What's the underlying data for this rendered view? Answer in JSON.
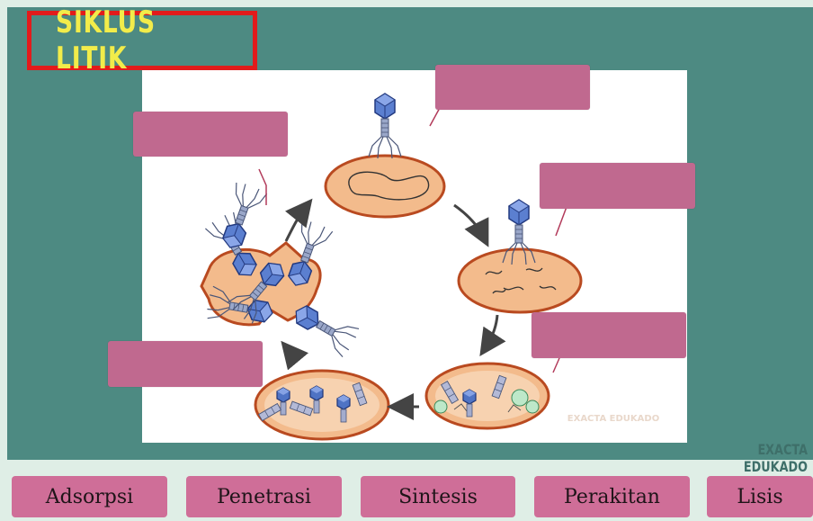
{
  "title": "SIKLUS LITIK",
  "diagram": {
    "inner_watermark": "EXACTA EDUKADO"
  },
  "watermark": "EXACTA EDUKADO",
  "options": [
    {
      "label": "Adsorpsi"
    },
    {
      "label": "Penetrasi"
    },
    {
      "label": "Sintesis"
    },
    {
      "label": "Perakitan"
    },
    {
      "label": "Lisis"
    }
  ],
  "colors": {
    "board": "#4d8a82",
    "title_text": "#f2ec4a",
    "title_border": "#e21b1b",
    "label_box": "#c0698f",
    "option_button": "#cf6e98",
    "cell_fill": "#f3bb8c",
    "cell_stroke": "#b94a20",
    "phage_head": "#5b7fd0"
  }
}
